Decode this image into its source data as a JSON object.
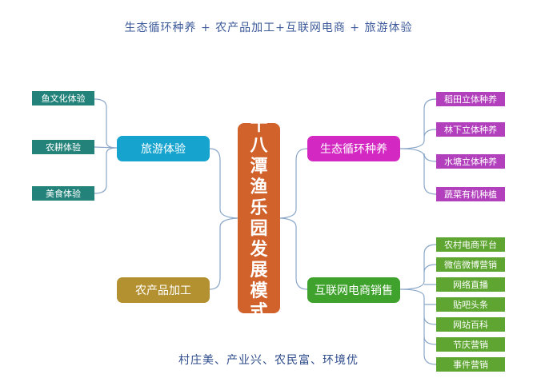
{
  "headline": "生态循环种养 + 农产品加工+互联网电商 + 旅游体验",
  "footline": "村庄美、产业兴、农民富、环境优",
  "center": {
    "label": "十八潭渔乐园发展模式",
    "color": "#d2622c"
  },
  "left_leaves": [
    "鱼文化体验",
    "农耕体验",
    "美食体验"
  ],
  "left_majors": [
    "旅游体验",
    "农产品加工"
  ],
  "right_majors": [
    "生态循环种养",
    "互联网电商销售"
  ],
  "right_top_leaves": [
    "稻田立体种养",
    "林下立体种养",
    "水塘立体种养",
    "蔬菜有机种植"
  ],
  "right_bottom_leaves": [
    "农村电商平台",
    "微信微博营销",
    "网络直播",
    "贴吧头条",
    "网站百科",
    "节庆营销",
    "事件营销"
  ],
  "colors": {
    "teal_leaf": "#23837a",
    "purple_leaf": "#b23fbc",
    "green_leaf": "#5ea531",
    "tourism": "#16a4cf",
    "processing": "#b49130",
    "ecology": "#d329c2",
    "ecommerce": "#3fa22d",
    "connector": "#8aa6c8",
    "text": "#3d5a9a"
  }
}
